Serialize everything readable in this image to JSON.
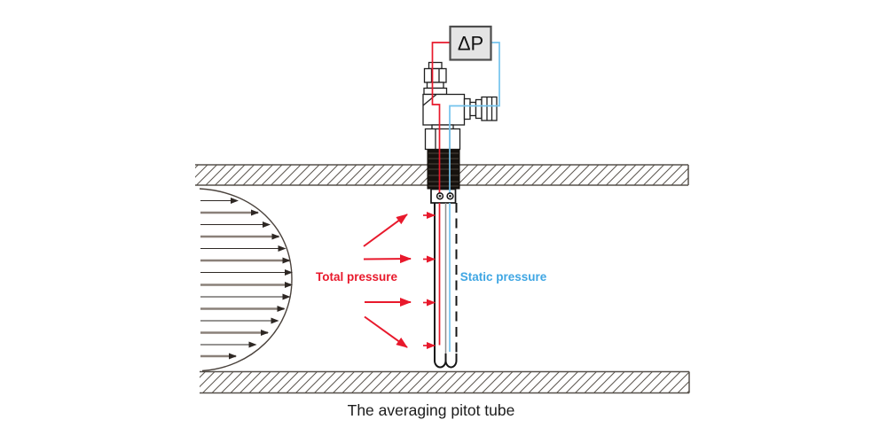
{
  "labels": {
    "dp": "ΔP",
    "total_pressure": "Total pressure",
    "static_pressure": "Static pressure"
  },
  "caption": "The averaging pitot tube",
  "colors": {
    "total_pressure_red": "#e8192c",
    "static_pressure_blue": "#3fa6e3",
    "static_line_blue": "#74c4ed",
    "dp_box_fill": "#e4e4e4",
    "wall_hatch": "#5c564f",
    "profile_arrow_dark": "#2e2824",
    "profile_arrow_gray": "#8a8079"
  }
}
